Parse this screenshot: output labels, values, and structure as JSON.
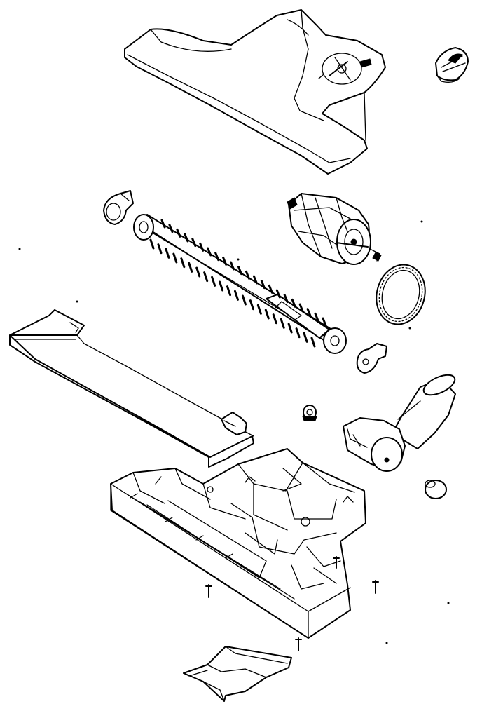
{
  "figure": {
    "kind": "exploded parts diagram",
    "parts": [
      {
        "id": "nozzle-hood",
        "icon": "nozzle-hood"
      },
      {
        "id": "height-knob",
        "icon": "adjustment-knob"
      },
      {
        "id": "bearing-cap-left",
        "icon": "end-cap"
      },
      {
        "id": "brush-roll",
        "icon": "brush-roll"
      },
      {
        "id": "motor-assembly",
        "icon": "motor"
      },
      {
        "id": "drive-belt",
        "icon": "belt"
      },
      {
        "id": "bearing-cap-right",
        "icon": "end-cap"
      },
      {
        "id": "bumper",
        "icon": "bumper-strip"
      },
      {
        "id": "pulley",
        "icon": "small-pulley"
      },
      {
        "id": "swivel-neck",
        "icon": "neck-tube"
      },
      {
        "id": "plug-cap",
        "icon": "cap"
      },
      {
        "id": "base-housing",
        "icon": "housing"
      },
      {
        "id": "screws",
        "icon": "screw"
      },
      {
        "id": "bottom-plate",
        "icon": "plate"
      }
    ]
  },
  "colors": {
    "line": "#000000",
    "background": "#ffffff"
  }
}
